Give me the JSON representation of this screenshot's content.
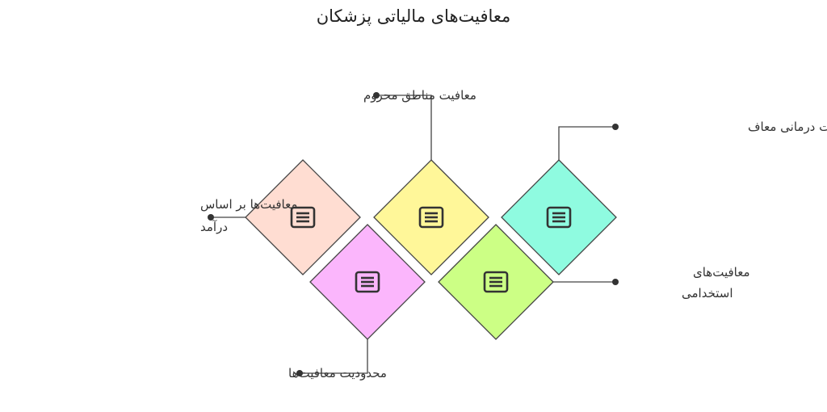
{
  "title": "معافیت‌های مالیاتی پزشکان",
  "items": [
    {
      "label_lines": [
        "معافیت‌ها بر اساس",
        "درآمد"
      ],
      "color": "#FFDDD2",
      "icon": "document-icon"
    },
    {
      "label_lines": [
        "معافیت مناطق محروم"
      ],
      "color": "#FFF799",
      "icon": "document-icon"
    },
    {
      "label_lines": [
        "خدمات درمانی معاف"
      ],
      "color": "#8FFBE0",
      "icon": "document-icon"
    },
    {
      "label_lines": [
        "محدودیت معافیت‌ها"
      ],
      "color": "#FBB6FC",
      "icon": "document-icon"
    },
    {
      "label_lines": [
        "معافیت‌های",
        "استخدامی"
      ],
      "color": "#CCFF85",
      "icon": "document-icon"
    }
  ]
}
